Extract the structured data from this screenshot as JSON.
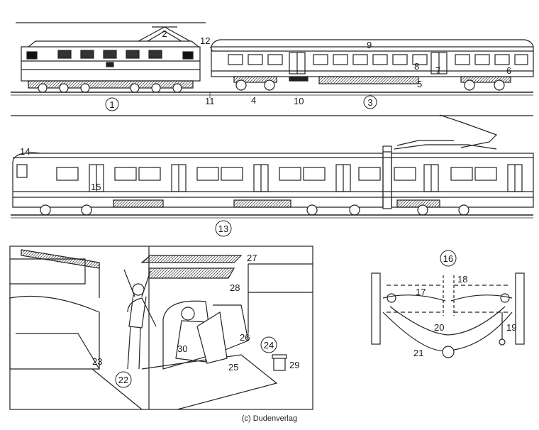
{
  "labels": {
    "l1": "1",
    "l2": "2",
    "l3": "3",
    "l4": "4",
    "l5": "5",
    "l6": "6",
    "l7": "7",
    "l8": "8",
    "l9": "9",
    "l10": "10",
    "l11": "11",
    "l12": "12",
    "l13": "13",
    "l14": "14",
    "l15": "15",
    "l16": "16",
    "l17": "17",
    "l18": "18",
    "l19": "19",
    "l20": "20",
    "l21": "21",
    "l22": "22",
    "l23": "23",
    "l24": "24",
    "l25": "25",
    "l26": "26",
    "l27": "27",
    "l28": "28",
    "l29": "29",
    "l30": "30"
  },
  "credit": "(c) Dudenverlag"
}
